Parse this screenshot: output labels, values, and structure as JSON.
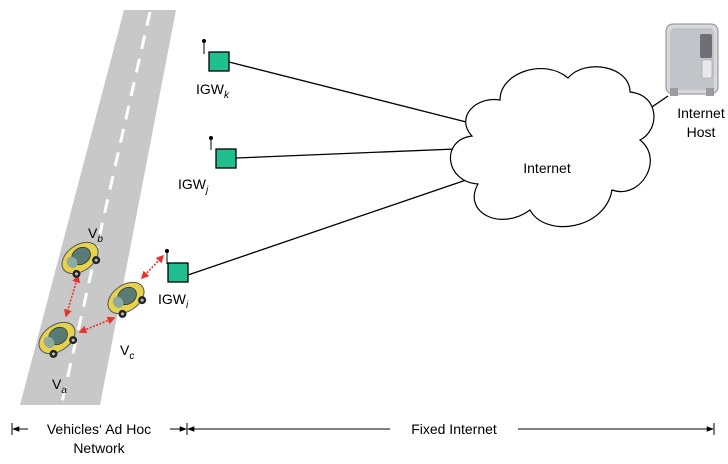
{
  "gateways": [
    {
      "name": "IGW",
      "sub": "k"
    },
    {
      "name": "IGW",
      "sub": "j"
    },
    {
      "name": "IGW",
      "sub": "i"
    }
  ],
  "vehicles": [
    {
      "name": "V",
      "sub": "b"
    },
    {
      "name": "V",
      "sub": "c"
    },
    {
      "name": "V",
      "sub": "a"
    }
  ],
  "cloud": {
    "label": "Internet"
  },
  "host": {
    "line1": "Internet",
    "line2": "Host"
  },
  "legend": {
    "adhoc_line1": "Vehicles‘ Ad Hoc",
    "adhoc_line2": "Network",
    "fixed": "Fixed Internet"
  },
  "colors": {
    "gateway_fill": "#1fbf8f",
    "road": "#c8c8c8",
    "link_arrow": "#e8332a",
    "car_body": "#e6d24c"
  }
}
